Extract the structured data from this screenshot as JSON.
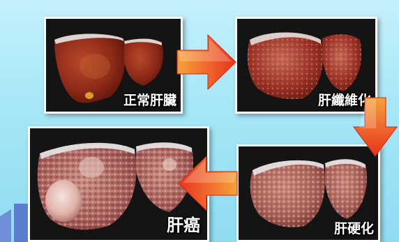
{
  "stages": [
    {
      "id": "normal",
      "label": "正常肝臟"
    },
    {
      "id": "fibrosis",
      "label": "肝纖維化"
    },
    {
      "id": "cirrhosis",
      "label": "肝硬化"
    },
    {
      "id": "cancer",
      "label": "肝癌"
    }
  ],
  "colors": {
    "background": "#a6e6f7",
    "arrow_red": "#e8321e",
    "arrow_orange": "#f6a23a",
    "panel_border": "#ffffff",
    "liver_normal": "#8e2a18",
    "liver_fibrosis": "#9c3326",
    "liver_cirrhosis": "#a8625a",
    "liver_cancer": "#a35b58"
  },
  "icons": {
    "arrow1": "arrow-right-icon",
    "arrow2": "arrow-down-icon",
    "arrow3": "arrow-left-icon"
  }
}
